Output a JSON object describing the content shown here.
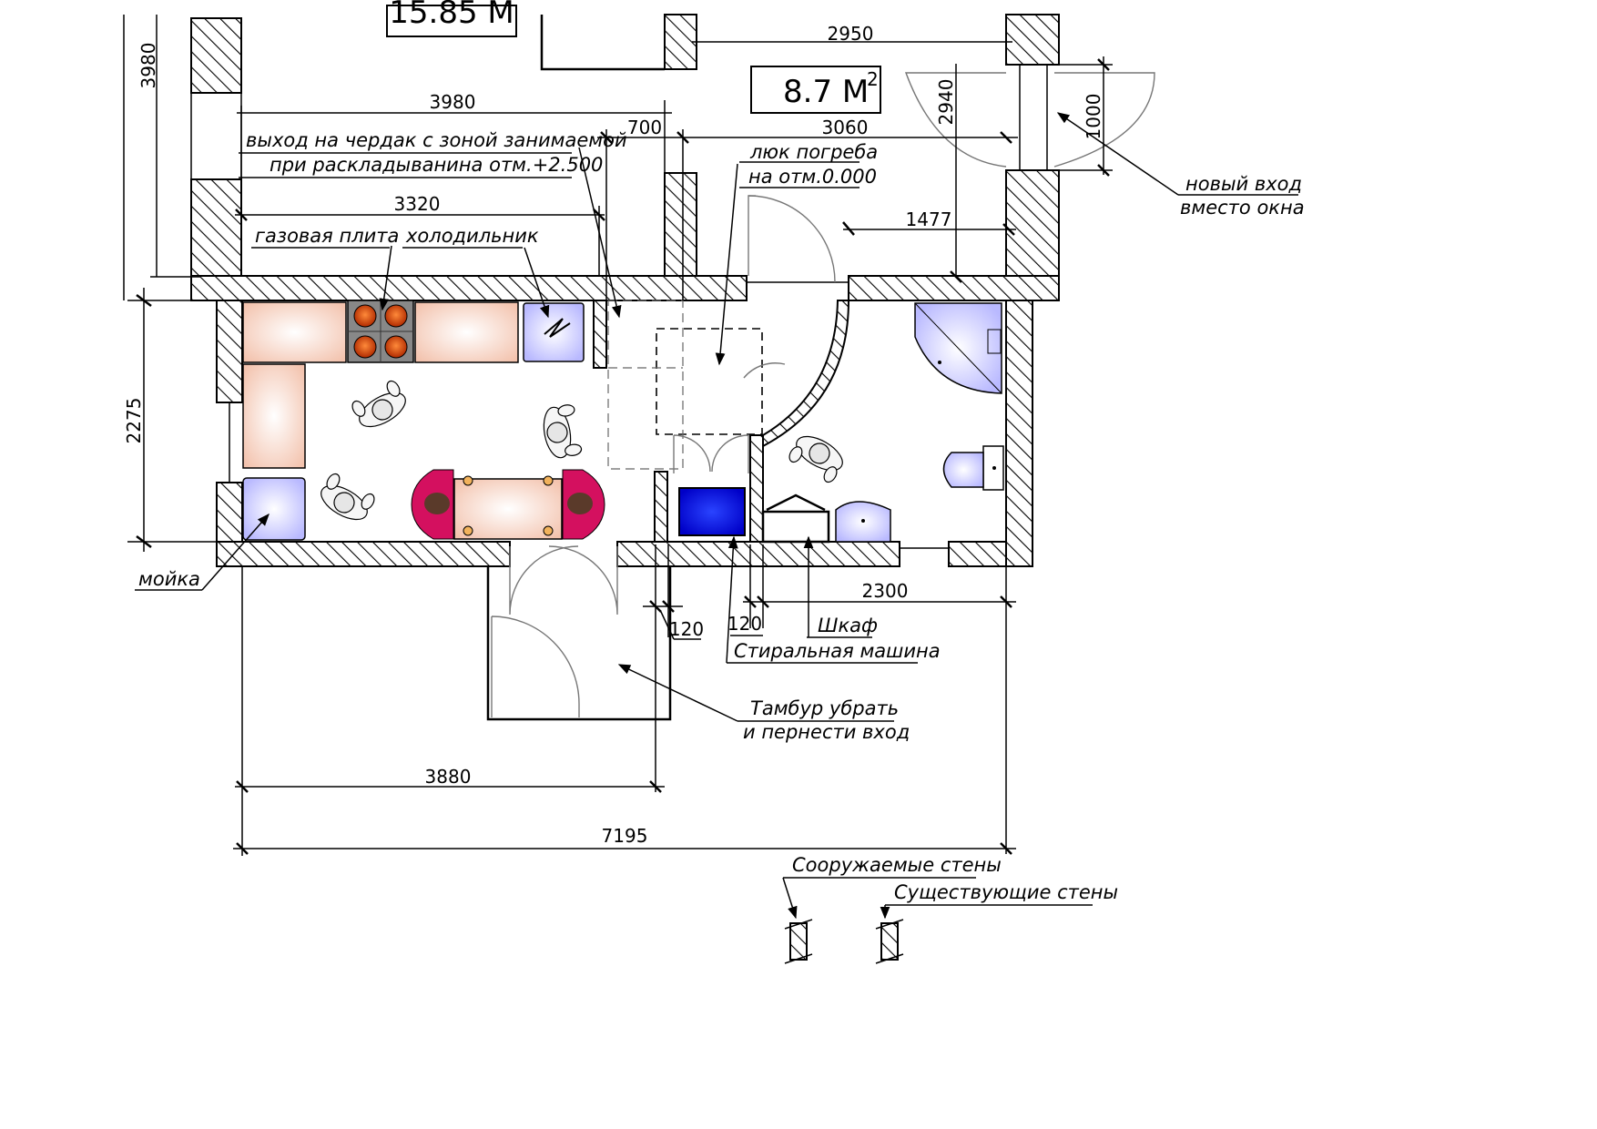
{
  "rooms": {
    "top_area": "15.85 М",
    "small_area": "8.7  М",
    "small_area_sup": "2"
  },
  "dimensions": {
    "d3980_vertical": "3980",
    "d3980_horizontal": "3980",
    "d2950": "2950",
    "d2940": "2940",
    "d1000": "1000",
    "d700": "700",
    "d3060": "3060",
    "d3320": "3320",
    "d1477": "1477",
    "d2275": "2275",
    "d2300": "2300",
    "d120_left": "120",
    "d120_right": "120",
    "d3880": "3880",
    "d7195": "7195"
  },
  "labels": {
    "attic_line1": "выход на чердак с зоной занимаемой",
    "attic_line2": "при раскладыванина отм.+2.500",
    "gas_stove": "газовая плита",
    "fridge": "холодильник",
    "cellar_line1": "люк погреба",
    "cellar_line2": "на отм.0.000",
    "new_entry_line1": "новый вход",
    "new_entry_line2": "вместо окна",
    "sink": "мойка",
    "cabinet": "Шкаф",
    "washer": "Стиральная машина",
    "vestibule_line1": "Тамбур убрать",
    "vestibule_line2": "и пернести вход"
  },
  "legend": {
    "new_walls": "Сооружаемые стены",
    "existing_walls": "Существующие стены"
  },
  "colors": {
    "counter_fill": "#f6d3c2",
    "burner": "#e2541c",
    "sink_glow": "#c9c9ff",
    "washer": "#0a12ff",
    "chair": "#d4105f",
    "hatch": "#000000"
  }
}
